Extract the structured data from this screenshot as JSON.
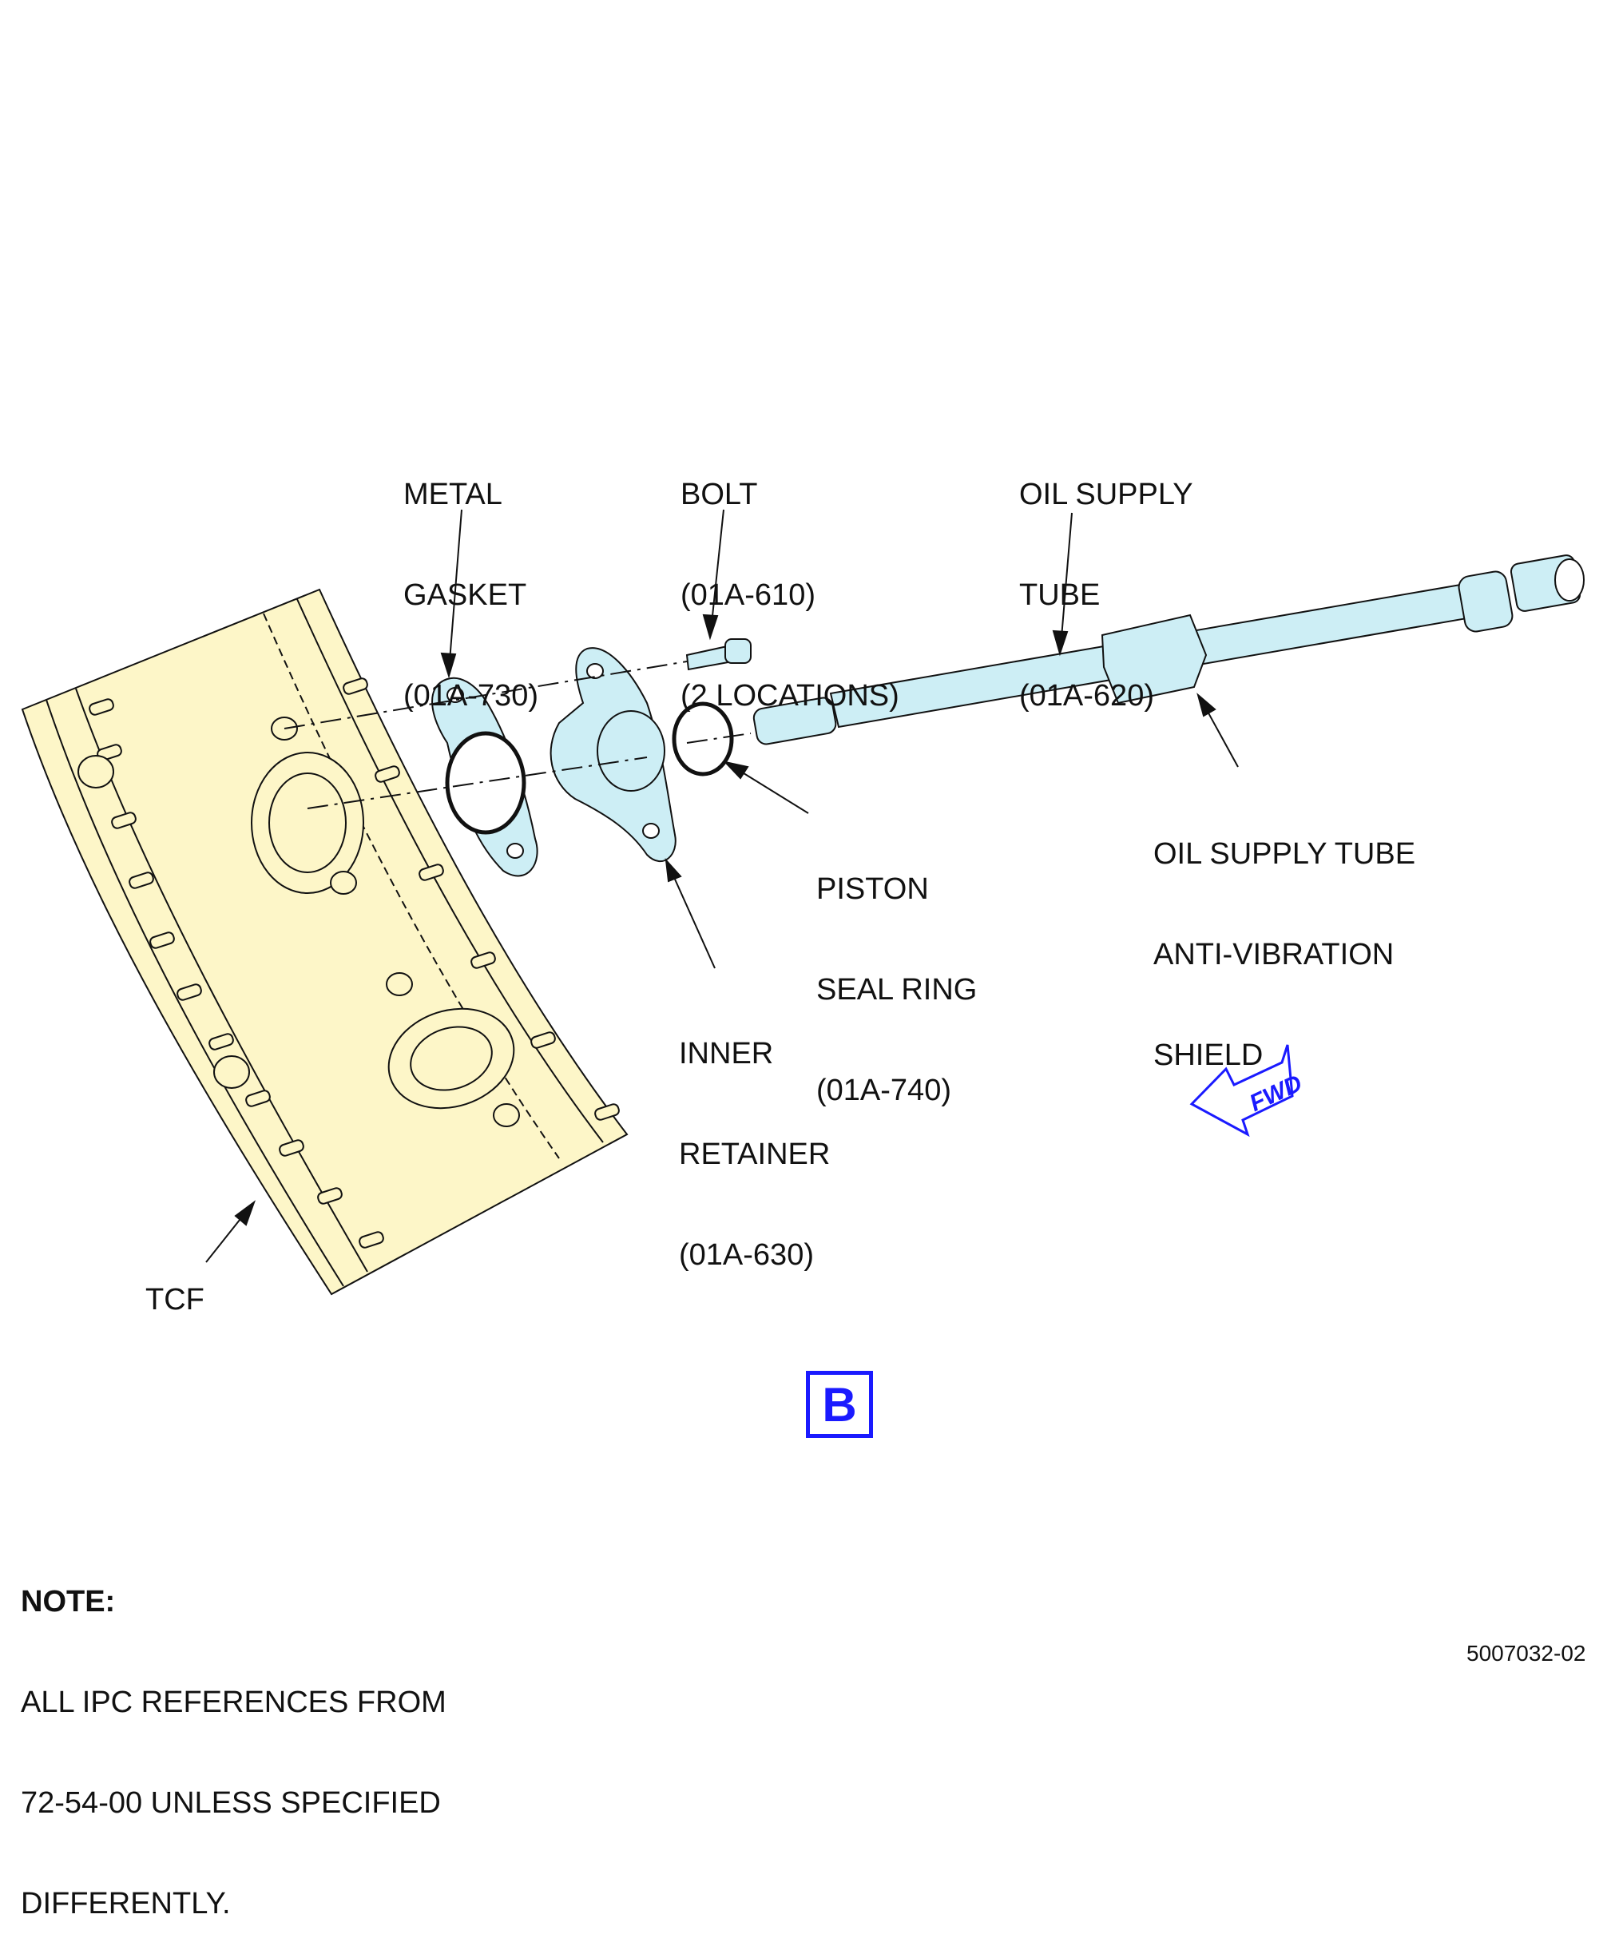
{
  "labels": {
    "metal_gasket": [
      "METAL",
      "GASKET",
      "(01A-730)"
    ],
    "bolt": [
      "BOLT",
      "(01A-610)",
      "(2 LOCATIONS)"
    ],
    "oil_supply_tube": [
      "OIL SUPPLY",
      "TUBE",
      "(01A-620)"
    ],
    "anti_vibration_shield": [
      "OIL SUPPLY TUBE",
      "ANTI-VIBRATION",
      "SHIELD"
    ],
    "piston_seal_ring": [
      "PISTON",
      "SEAL RING",
      "(01A-740)"
    ],
    "inner_retainer": [
      "INNER",
      "RETAINER",
      "(01A-630)"
    ],
    "tcf": "TCF"
  },
  "fwd_arrow_text": "FWD",
  "view_letter": "B",
  "note": {
    "heading": "NOTE:",
    "lines": [
      "ALL IPC REFERENCES FROM",
      "72-54-00 UNLESS SPECIFIED",
      "DIFFERENTLY."
    ]
  },
  "document_number": "5007032-02",
  "colors": {
    "frame_fill": "#fdf6c8",
    "part_fill": "#cdeef5",
    "accent_blue": "#1a1aff",
    "line": "#111111"
  }
}
